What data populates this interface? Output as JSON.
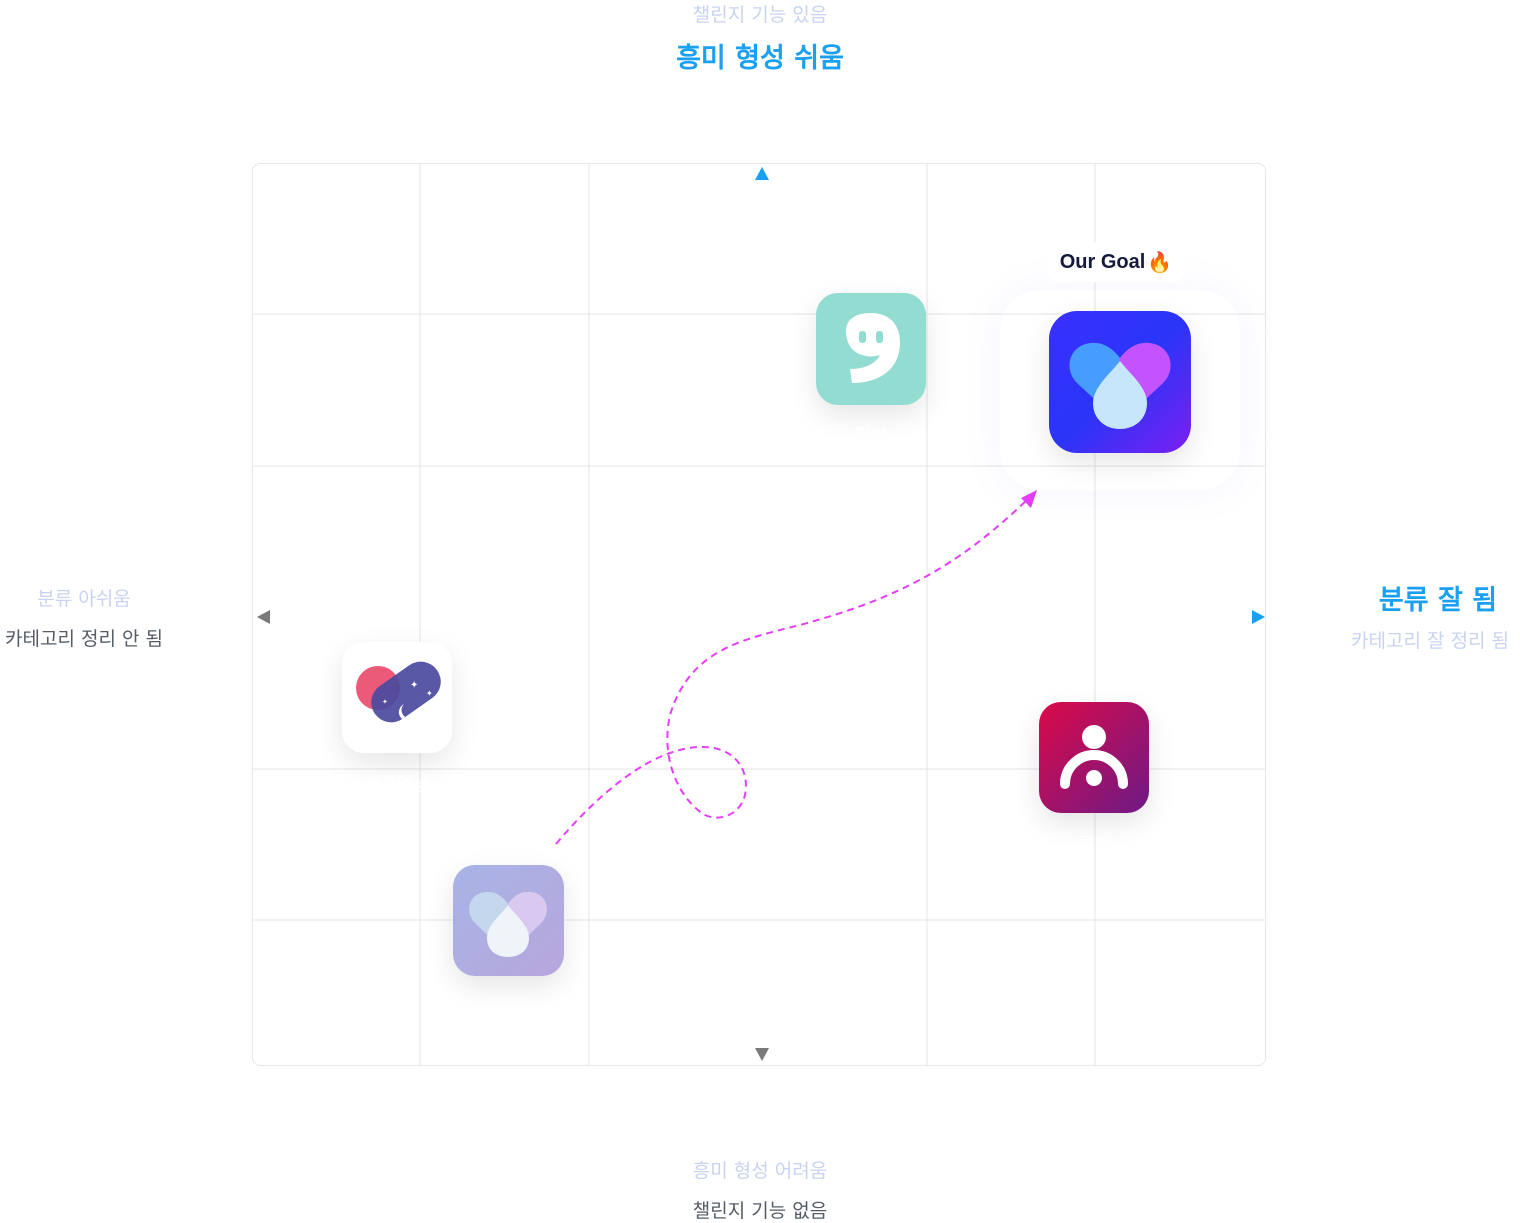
{
  "top": {
    "faint": "챌린지 기능 있음",
    "strong": "흥미 형성 쉬움"
  },
  "bottom": {
    "faint": "흥미 형성 어려움",
    "strong": "챌린지 기능 없음"
  },
  "left": {
    "faint": "분류 아쉬움",
    "strong": "카테고리 정리 안 됨"
  },
  "right": {
    "strong": "분류 잘 됨",
    "faint": "카테고리 잘 정리 됨"
  },
  "goal": {
    "label": "Our Goal",
    "emoji": "🔥",
    "icon": "heart-drop-app-icon"
  },
  "apps": {
    "mabo": {
      "name": "마보",
      "icon": "mabo-app-icon",
      "color": "#93dcd2"
    },
    "haru": {
      "name": "하루명상",
      "icon": "haru-meditation-app-icon"
    },
    "kolly": {
      "name": "콜리",
      "icon": "person-app-icon"
    },
    "current": {
      "icon": "heart-drop-app-icon-faded"
    }
  },
  "colors": {
    "axis_blue": "#1aa0f2",
    "axis_gray": "#7a7a7a",
    "dashed_path": "#e53ef5"
  }
}
